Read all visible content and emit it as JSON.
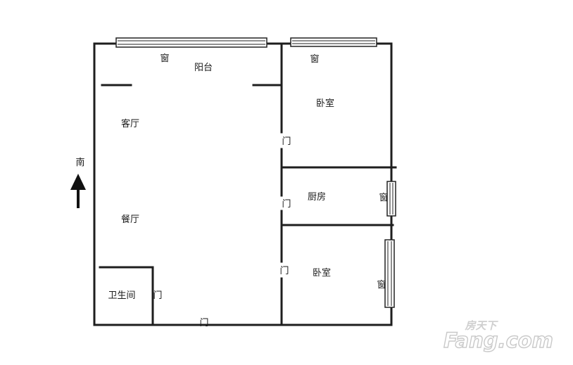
{
  "rooms": {
    "balcony": "阳台",
    "living_room": "客厅",
    "dining_room": "餐厅",
    "bedroom_north": "卧室",
    "kitchen": "厨房",
    "bedroom_south": "卧室",
    "bathroom": "卫生间"
  },
  "labels": {
    "window": "窗",
    "door": "门",
    "compass_south": "南"
  },
  "watermark": {
    "cn": "房天下",
    "brand": "Fang.com"
  },
  "colors": {
    "wall": "#1e1e1e",
    "watermark": "#cfcfcf"
  }
}
